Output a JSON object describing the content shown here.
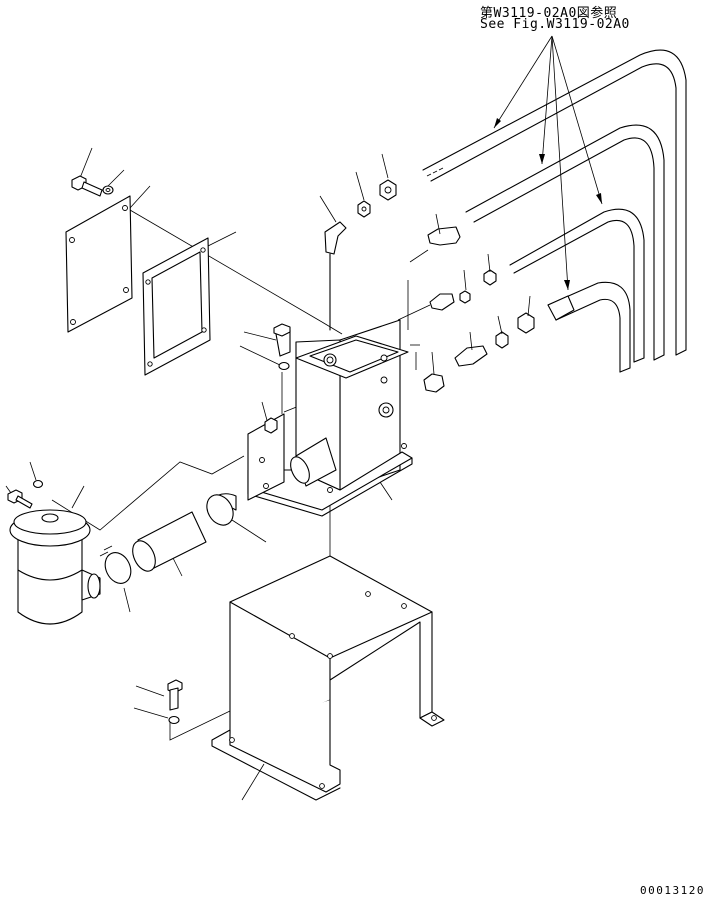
{
  "reference": {
    "jp": "第W3119-02A0図参照",
    "en": "See Fig.W3119-02A0"
  },
  "drawing_number": "00013120"
}
